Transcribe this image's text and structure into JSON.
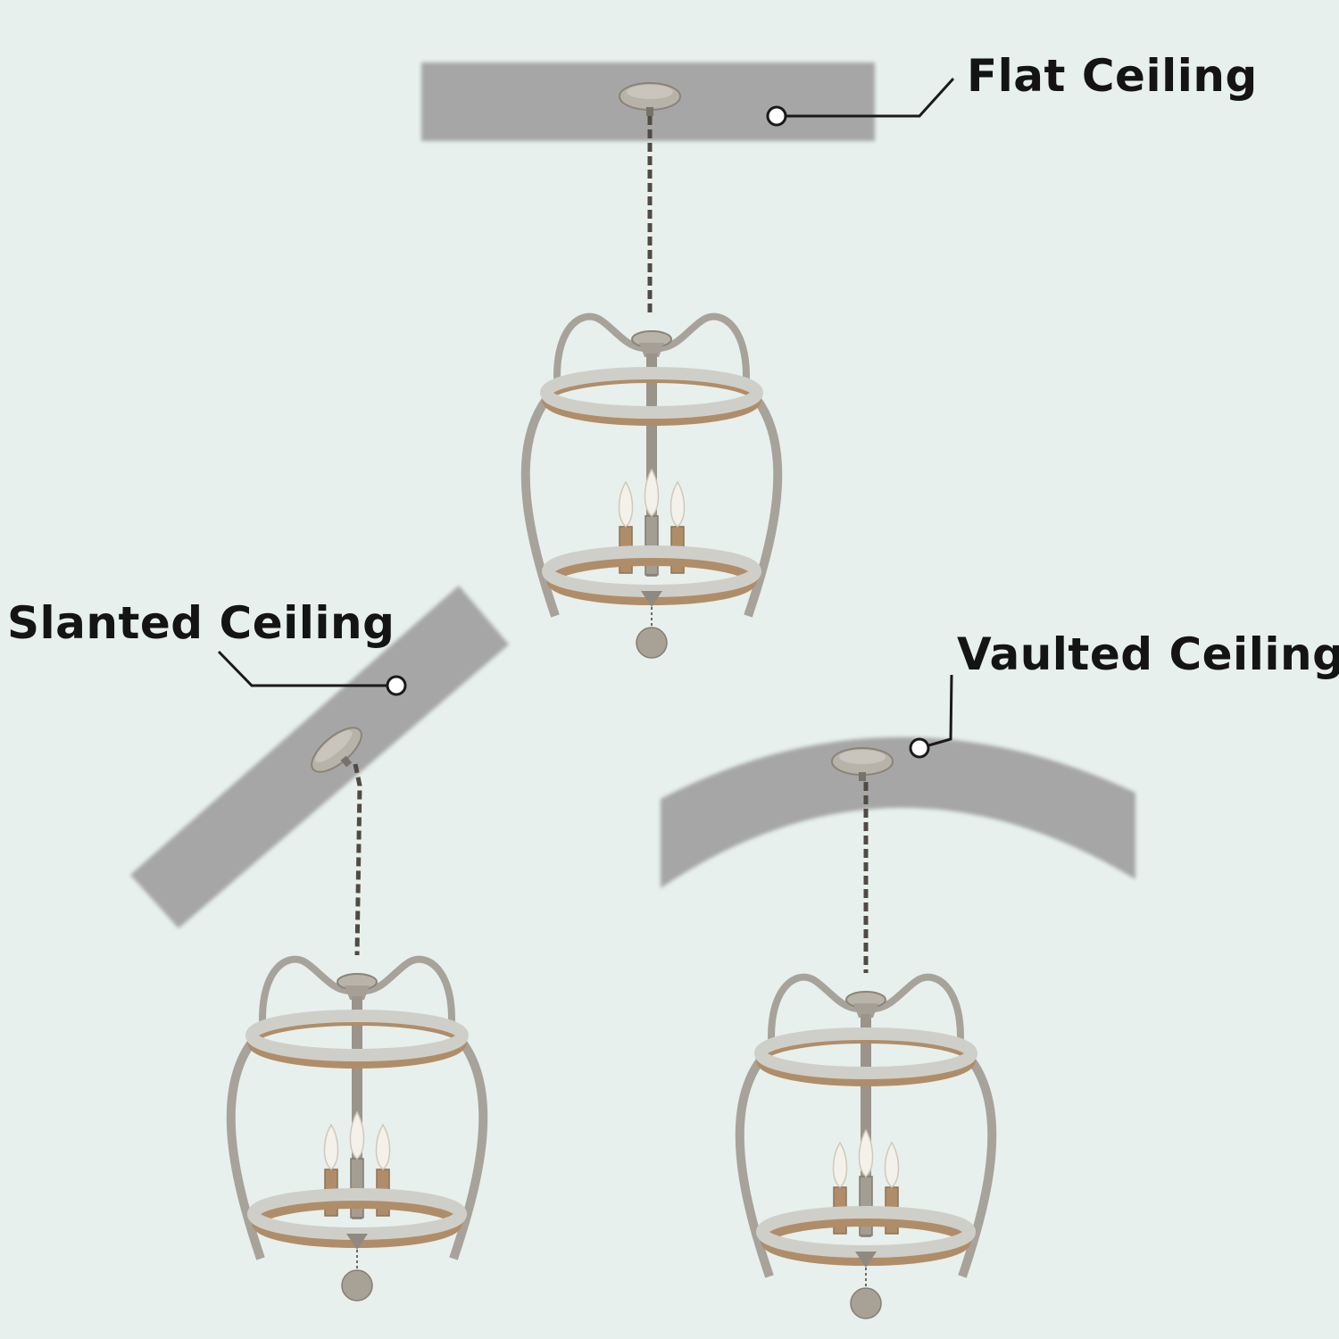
{
  "labels": {
    "flat": "Flat Ceiling",
    "slanted": "Slanted Ceiling",
    "vaulted": "Vaulted Ceiling"
  },
  "colors": {
    "background": "#e7f0ec",
    "ceiling": "#a6a6a6",
    "text": "#141414",
    "leader": "#1a1a1a",
    "metal_light": "#cfcfca",
    "metal_dark": "#8a8378",
    "wood": "#b08d69",
    "bulb": "#f4f1ea"
  },
  "icons": {
    "fixture": "chandelier-pendant-icon",
    "marker": "callout-dot-icon"
  }
}
